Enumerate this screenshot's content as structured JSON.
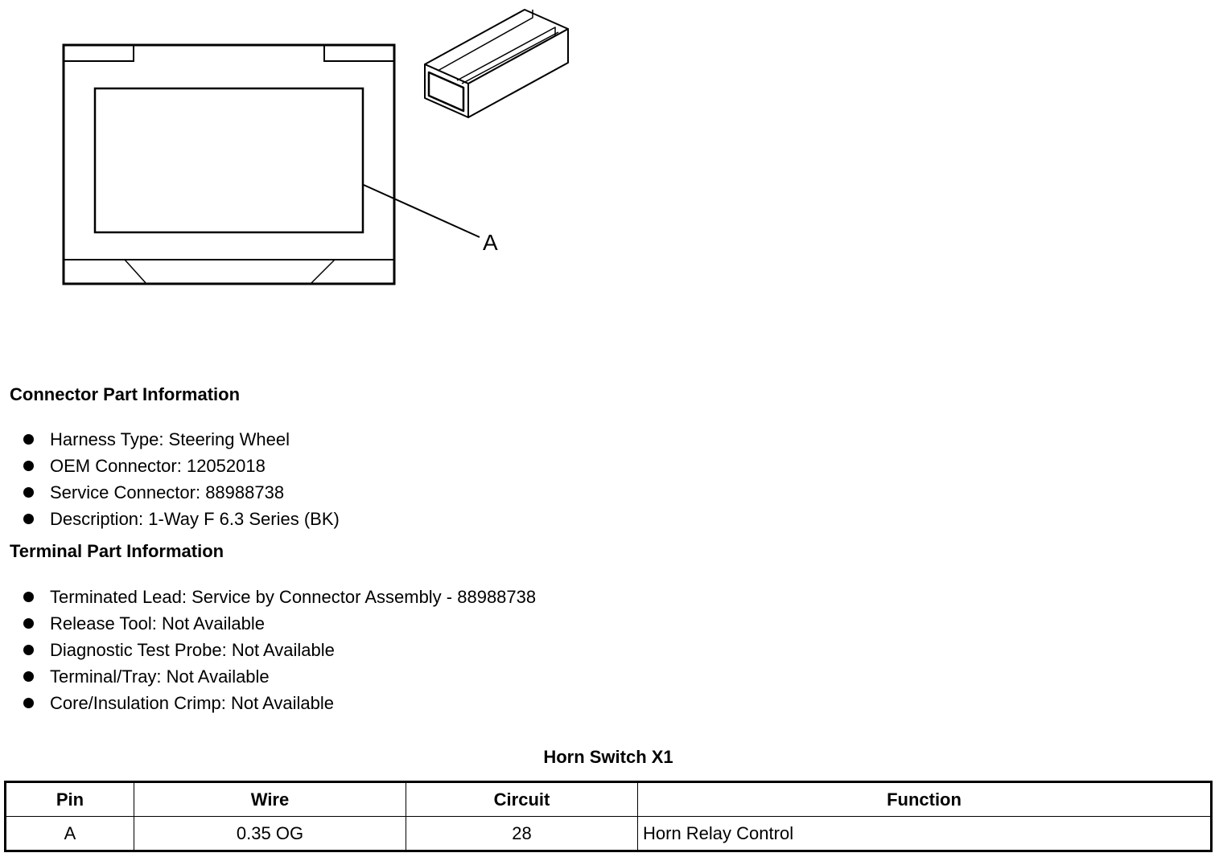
{
  "diagram": {
    "callout_label": "A"
  },
  "connector_info": {
    "title": "Connector Part Information",
    "items": [
      "Harness Type: Steering Wheel",
      "OEM Connector: 12052018",
      "Service Connector: 88988738",
      "Description: 1-Way F 6.3 Series (BK)"
    ]
  },
  "terminal_info": {
    "title": "Terminal Part Information",
    "items": [
      "Terminated Lead: Service by Connector Assembly - 88988738",
      "Release Tool: Not Available",
      "Diagnostic Test Probe: Not Available",
      "Terminal/Tray: Not Available",
      "Core/Insulation Crimp: Not Available"
    ]
  },
  "pin_table": {
    "caption": "Horn Switch X1",
    "headers": [
      "Pin",
      "Wire",
      "Circuit",
      "Function"
    ],
    "rows": [
      [
        "A",
        "0.35 OG",
        "28",
        "Horn Relay Control"
      ]
    ]
  }
}
